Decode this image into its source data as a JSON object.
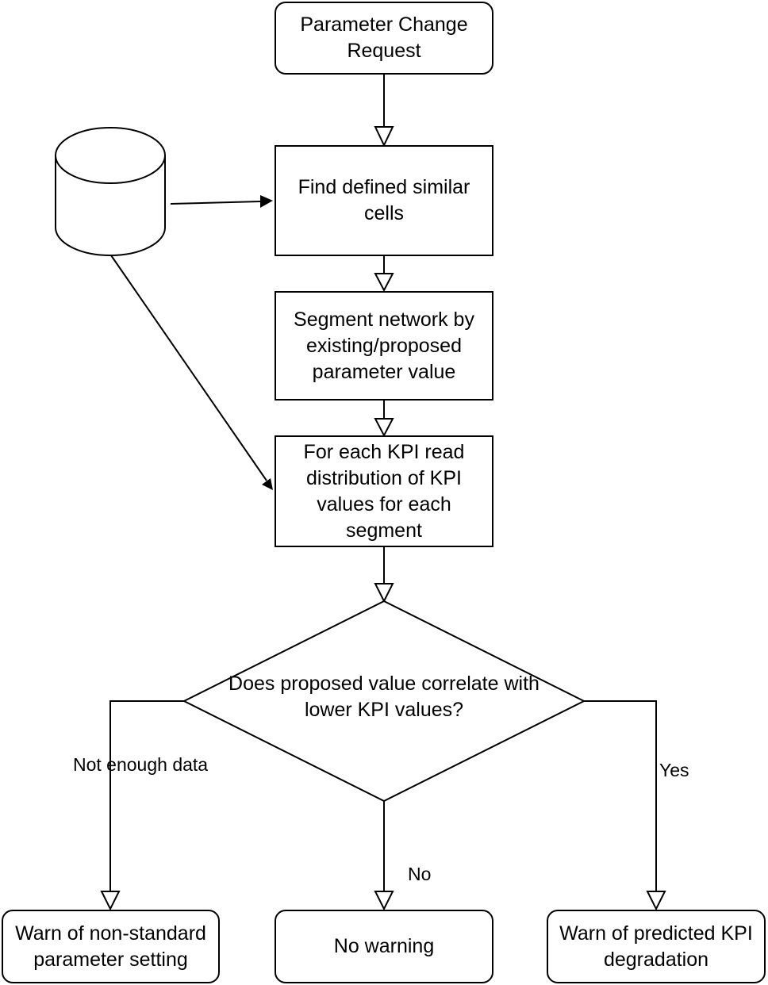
{
  "nodes": {
    "start": "Parameter Change Request",
    "find_cells": "Find defined similar cells",
    "segment": "Segment network by existing/proposed parameter value",
    "read_kpi": "For each KPI read distribution of KPI values for each segment",
    "decision": "Does proposed value correlate with lower KPI values?",
    "warn_nonstandard": "Warn of non-standard parameter setting",
    "no_warning": "No warning",
    "warn_degradation": "Warn of predicted KPI degradation"
  },
  "edges": {
    "not_enough_data": "Not enough data",
    "no": "No",
    "yes": "Yes"
  }
}
